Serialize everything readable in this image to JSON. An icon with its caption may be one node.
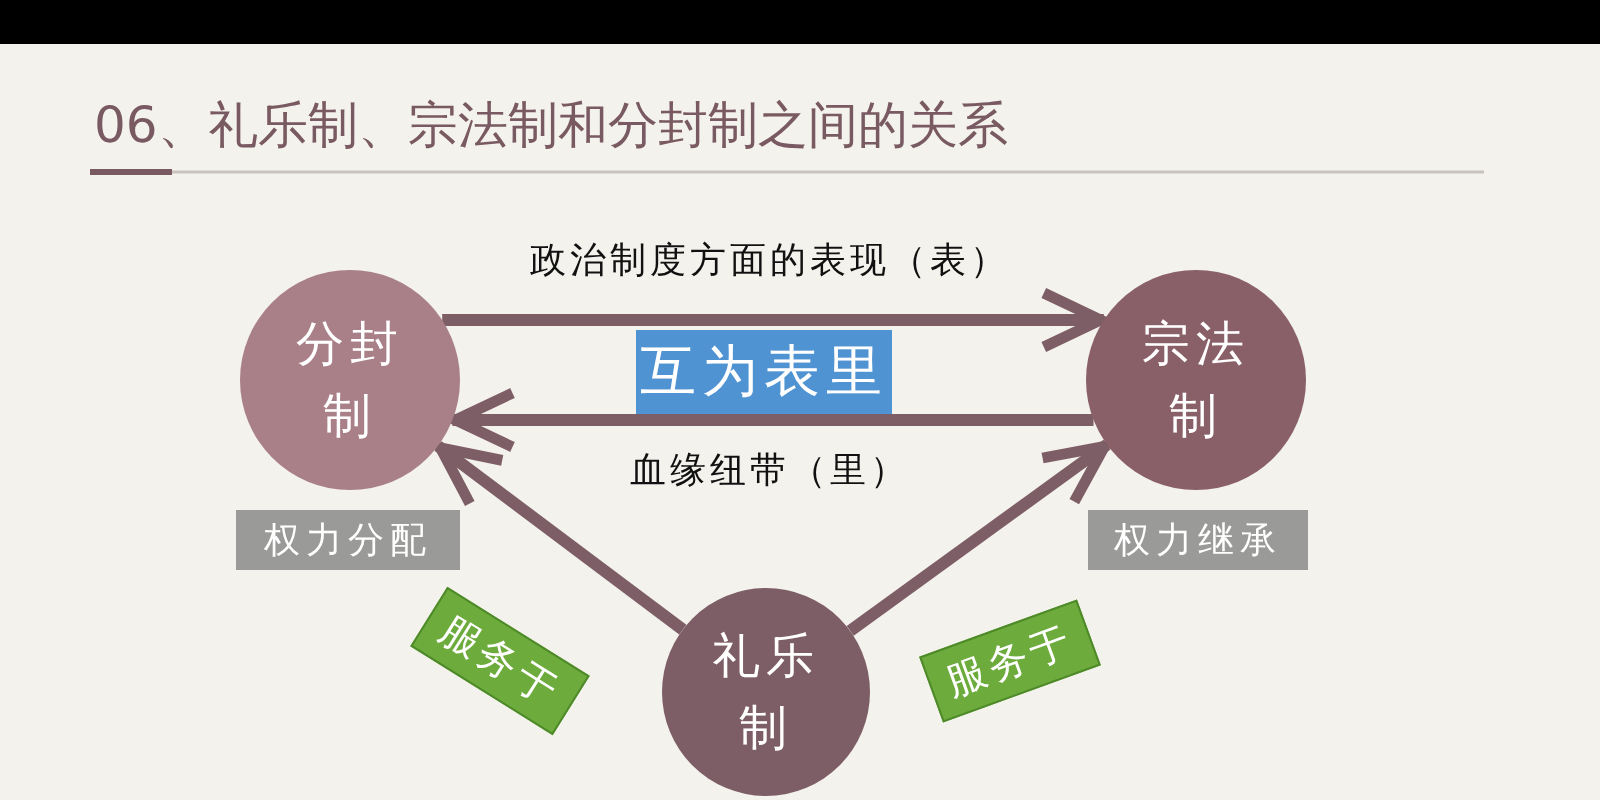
{
  "diagram": {
    "title": "06、礼乐制、宗法制和分封制之间的关系",
    "nodes": [
      {
        "text": [
          "分封制"
        ]
      },
      {
        "text": [
          "宗法制"
        ]
      },
      {
        "text": [
          "礼乐制"
        ]
      },
      {
        "text": [
          "权力分配"
        ]
      },
      {
        "text": [
          "权力继承"
        ]
      },
      {
        "text": [
          "互为表里"
        ]
      }
    ],
    "edges": [
      {
        "from": 0,
        "to": 1,
        "arrow": "to",
        "label": "政治制度方面的表现（表）"
      },
      {
        "from": 1,
        "to": 0,
        "arrow": "to",
        "label": "血缘纽带（里）"
      },
      {
        "from": 2,
        "to": 0,
        "arrow": "to",
        "label": "服务于"
      },
      {
        "from": 2,
        "to": 1,
        "arrow": "to",
        "label": "服务于"
      }
    ]
  }
}
